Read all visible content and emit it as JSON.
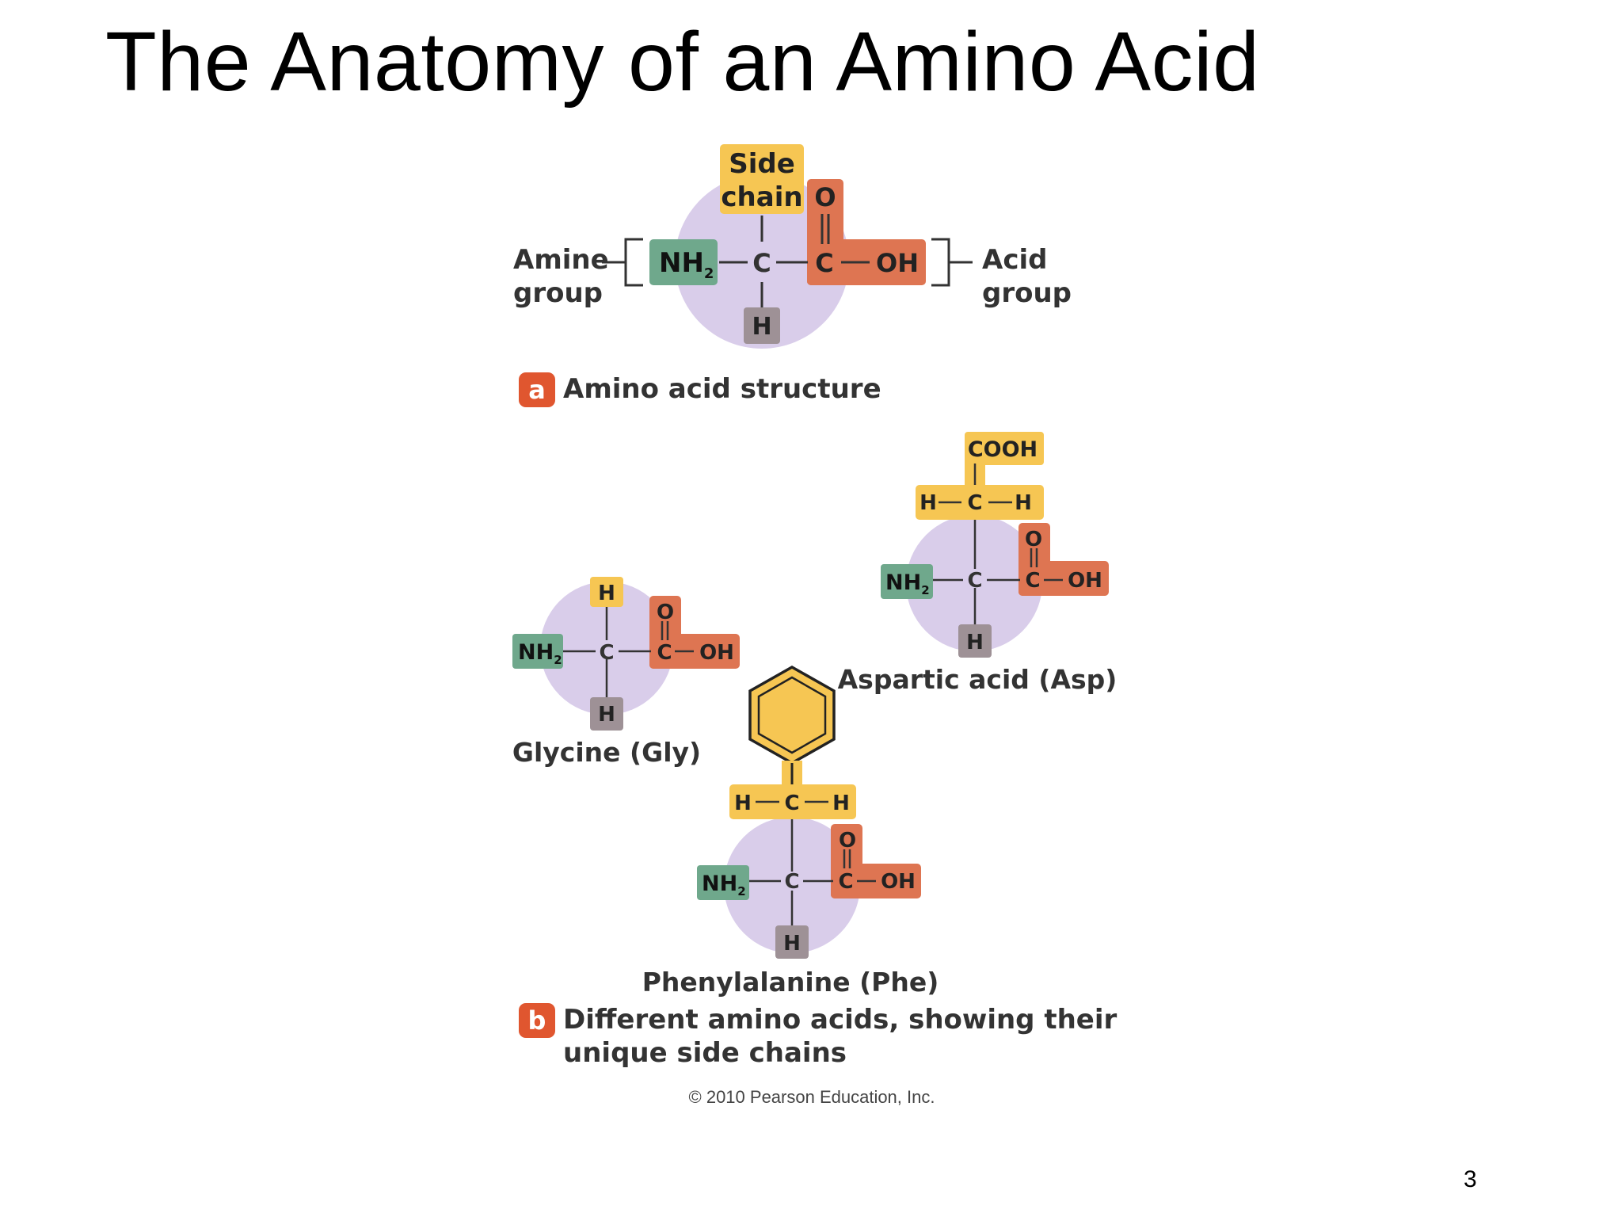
{
  "slide": {
    "title": "The Anatomy of an Amino Acid",
    "page_number": "3"
  },
  "colors": {
    "side_chain": "#f6c653",
    "amine": "#6fa88c",
    "acid": "#de7552",
    "alpha_h": "#9e9196",
    "alpha_circle": "#d9cdea",
    "badge": "#e0562f"
  },
  "panel_a": {
    "badge": "a",
    "caption": "Amino acid structure",
    "side_chain_label": [
      "Side",
      "chain"
    ],
    "amine_label": [
      "Amine",
      "group"
    ],
    "acid_label": [
      "Acid",
      "group"
    ],
    "nh2": "NH",
    "nh2_sub": "2",
    "c": "C",
    "o": "O",
    "carboxyl_c": "C",
    "oh": "OH",
    "h": "H"
  },
  "panel_b": {
    "badge": "b",
    "caption": [
      "Different amino acids, showing their",
      "unique side chains"
    ],
    "glycine": {
      "name": "Glycine (Gly)",
      "side": "H",
      "nh2": "NH",
      "nh2_sub": "2",
      "c": "C",
      "o": "O",
      "carboxyl_c": "C",
      "oh": "OH",
      "h": "H"
    },
    "aspartic": {
      "name": "Aspartic acid (Asp)",
      "cooh": "COOH",
      "ch2": [
        "H",
        "C",
        "H"
      ],
      "nh2": "NH",
      "nh2_sub": "2",
      "c": "C",
      "o": "O",
      "carboxyl_c": "C",
      "oh": "OH",
      "h": "H"
    },
    "phenylalanine": {
      "name": "Phenylalanine (Phe)",
      "ch2": [
        "H",
        "C",
        "H"
      ],
      "nh2": "NH",
      "nh2_sub": "2",
      "c": "C",
      "o": "O",
      "carboxyl_c": "C",
      "oh": "OH",
      "h": "H"
    }
  },
  "copyright": "© 2010 Pearson Education, Inc."
}
